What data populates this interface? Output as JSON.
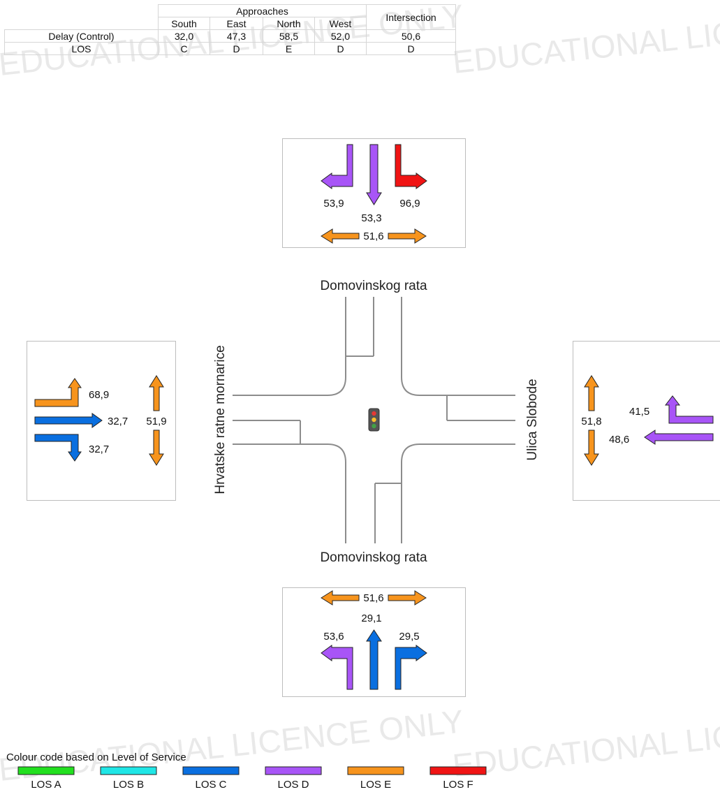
{
  "watermark": {
    "text1": "EDUCATIONAL LICENCE ONLY",
    "text2": "EDUCATIONAL LIC"
  },
  "table": {
    "approaches_header": "Approaches",
    "intersection_header": "Intersection",
    "columns": [
      "South",
      "East",
      "North",
      "West"
    ],
    "rows": [
      {
        "label": "Delay (Control)",
        "values": [
          "32,0",
          "47,3",
          "58,5",
          "52,0"
        ],
        "intersection": "50,6"
      },
      {
        "label": "LOS",
        "values": [
          "C",
          "D",
          "E",
          "D"
        ],
        "intersection": "D"
      }
    ]
  },
  "streets": {
    "north": "Domovinskog rata",
    "south": "Domovinskog rata",
    "west": "Hrvatske ratne mornarice",
    "east": "Ulica Slobode"
  },
  "los_colors": {
    "A": "#22e01f",
    "B": "#1fe6e6",
    "C": "#0a6fe0",
    "D": "#a855f7",
    "E": "#f7941d",
    "F": "#f01414"
  },
  "approaches": {
    "north": {
      "left": {
        "delay": "53,9",
        "los": "D"
      },
      "through": {
        "delay": "53,3",
        "los": "D"
      },
      "right": {
        "delay": "96,9",
        "los": "F"
      },
      "pedestrian": {
        "delay": "51,6",
        "los": "E"
      }
    },
    "south": {
      "left": {
        "delay": "53,6",
        "los": "D"
      },
      "through": {
        "delay": "29,1",
        "los": "C"
      },
      "right": {
        "delay": "29,5",
        "los": "C"
      },
      "pedestrian": {
        "delay": "51,6",
        "los": "E"
      }
    },
    "west": {
      "left": {
        "delay": "68,9",
        "los": "E"
      },
      "through": {
        "delay": "32,7",
        "los": "C"
      },
      "right": {
        "delay": "32,7",
        "los": "C"
      },
      "pedestrian": {
        "delay": "51,9",
        "los": "E"
      }
    },
    "east": {
      "right": {
        "delay": "41,5",
        "los": "D"
      },
      "through": {
        "delay": "48,6",
        "los": "D"
      },
      "pedestrian": {
        "delay": "51,8",
        "los": "E"
      }
    }
  },
  "legend": {
    "title": "Colour code based on Level of Service",
    "items": [
      {
        "label": "LOS A",
        "color": "#22e01f"
      },
      {
        "label": "LOS B",
        "color": "#1fe6e6"
      },
      {
        "label": "LOS C",
        "color": "#0a6fe0"
      },
      {
        "label": "LOS D",
        "color": "#a855f7"
      },
      {
        "label": "LOS E",
        "color": "#f7941d"
      },
      {
        "label": "LOS F",
        "color": "#f01414"
      }
    ]
  },
  "signal_icon": "traffic-light-icon"
}
